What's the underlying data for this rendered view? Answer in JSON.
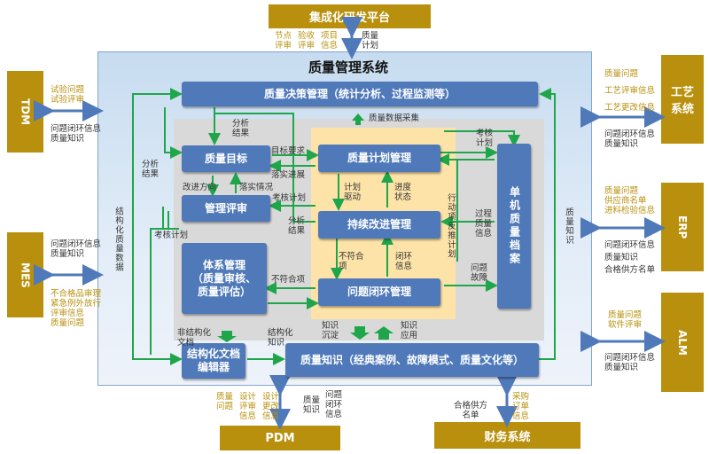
{
  "external": {
    "top": "集成化研发平台",
    "tdm": "TDM",
    "mes": "MES",
    "gongyi": "工艺\n系统",
    "erp": "ERP",
    "alm": "ALM",
    "pdm": "PDM",
    "caiwu": "财务系统"
  },
  "system_title": "质量管理系统",
  "modules": {
    "decision": "质量决策管理（统计分析、过程监测等）",
    "target": "质量目标",
    "review": "管理评审",
    "system_mgmt": "体系管理\n（质量审核、\n质量评估）",
    "plan": "质量计划管理",
    "improve": "持续改进管理",
    "closure": "问题闭环管理",
    "archive": "单机质量档案",
    "doc_editor": "结构化文档\n编辑器",
    "knowledge": "质量知识（经典案例、故障模式、质量文化等）"
  },
  "labels": {
    "top_left": "节点\n评审",
    "top_mid": "验收\n评审",
    "top_right": "项目\n信息",
    "top_quality": "质量\n计划",
    "tdm_in": "试验问题\n试验评审",
    "tdm_out": "问题闭环信息\n质量知识",
    "mes_out": "问题闭环信息\n质量知识",
    "mes_in": "不合格品审理\n紧急例外放行\n评审信息\n质量问题",
    "gy_in": "质量问题\n工艺评审信息\n工艺更改信息",
    "gy_out": "问题闭环信息\n质量知识",
    "erp_in": "质量问题\n供应商名单\n进料检验信息",
    "erp_out": "问题闭环信息\n质量知识\n合格供方名单",
    "alm_in": "质量问题\n软件评审",
    "alm_out": "问题闭环信息\n质量知识",
    "pdm_in1": "质量\n问题",
    "pdm_in2": "设计\n评审\n信息",
    "pdm_in3": "设计\n更改\n信息",
    "pdm_out1": "质量\n知识",
    "pdm_out2": "问题\n闭环\n信息",
    "cw_out": "合格供方\n名单",
    "cw_in": "采购\n订单\n信息",
    "data_collect": "质量数据采集",
    "analysis1": "分析\n结果",
    "analysis2": "分析\n结果",
    "target_req": "目标要求",
    "progress": "落实进展",
    "improve_dir": "改进方向",
    "status": "落实情况",
    "assess_plan1": "考核计划",
    "assess_plan2": "考核计划",
    "assess_plan3": "考核\n计划",
    "plan_drive": "计划\n驱动",
    "progress_state": "进度\n状态",
    "analysis3": "分析\n结果",
    "action_item": "行动项反推计划",
    "process_info": "过程\n质量\n信息",
    "nonconform": "不符合\n项",
    "closure_info": "闭环\n信息",
    "nonconform2": "不符合项",
    "issue": "问题\n故障",
    "struct_data": "结构化质量数据",
    "quality_knowledge": "质量知识",
    "unstruct": "非结构化\n文档",
    "struct_know": "结构化\n知识",
    "know_dep": "知识\n沉淀",
    "know_app": "知识\n应用"
  }
}
